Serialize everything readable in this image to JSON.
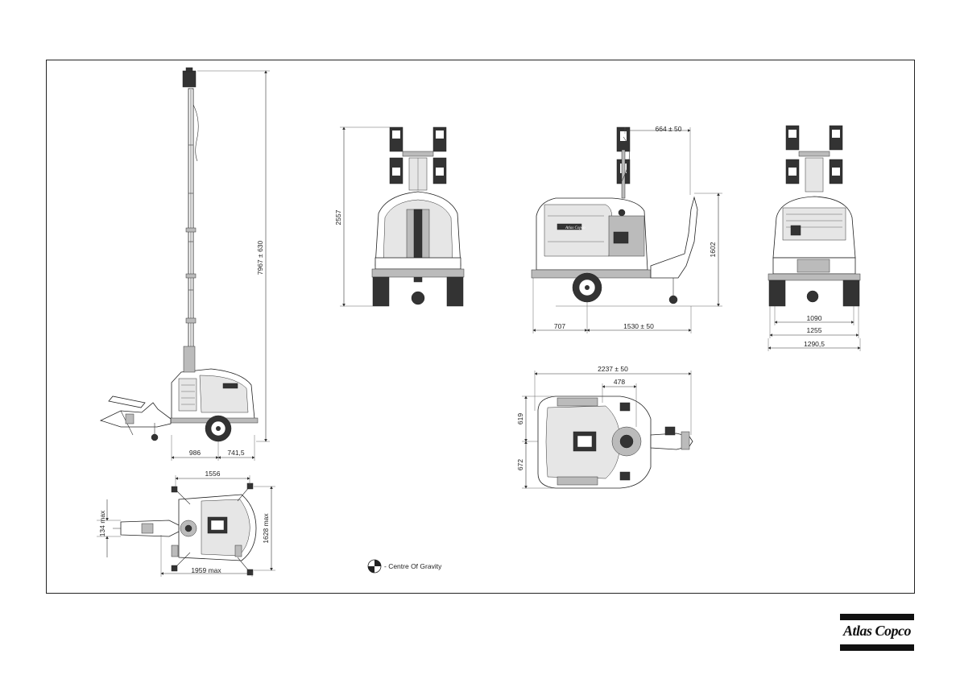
{
  "drawing": {
    "views": {
      "side_left": {
        "dimensions": {
          "mast_height": "7967 ± 630",
          "hitch_to_axle": "986",
          "axle_to_rear": "741,5"
        }
      },
      "top_small": {
        "dimensions": {
          "overall_width": "1556",
          "tow_width": "134 max",
          "overall_depth": "1628 max",
          "overall_length": "1959 max"
        }
      },
      "front": {
        "dimensions": {
          "height": "2557"
        }
      },
      "side_right": {
        "dimensions": {
          "boom_offset": "664 ± 50",
          "drawbar_height": "1602",
          "front_overhang": "707",
          "axle_to_hitch": "1530 ± 50"
        },
        "brand_mark": "Atlas Copco"
      },
      "rear": {
        "dimensions": {
          "track": "1090",
          "wheel_width": "1255",
          "overall_width": "1290,5"
        }
      },
      "top_large": {
        "dimensions": {
          "overall_length": "2237 ± 50",
          "mast_offset": "478",
          "upper_width": "619",
          "lower_width": "672"
        }
      }
    },
    "legend": {
      "cog_label": "- Centre Of Gravity"
    },
    "brand": {
      "name": "Atlas Copco",
      "colors": {
        "ink": "#111111",
        "line": "#333333"
      }
    }
  }
}
